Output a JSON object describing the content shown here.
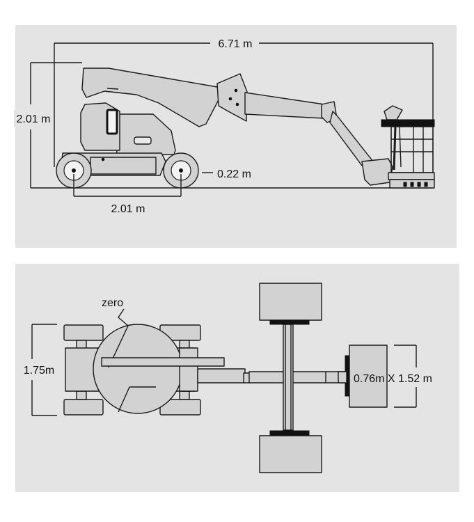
{
  "side_view": {
    "overall_length": "6.71 m",
    "stowed_height": "2.01 m",
    "ground_clearance": "0.22 m",
    "wheelbase": "2.01 m"
  },
  "top_view": {
    "zero_label": "zero",
    "overall_width": "1.75m",
    "platform_size": "0.76m X 1.52 m"
  },
  "colors": {
    "panel_bg": "#e4e4e4",
    "machine_fill": "#d2d2d2",
    "outline": "#1a1a1a",
    "dark": "#111111"
  }
}
